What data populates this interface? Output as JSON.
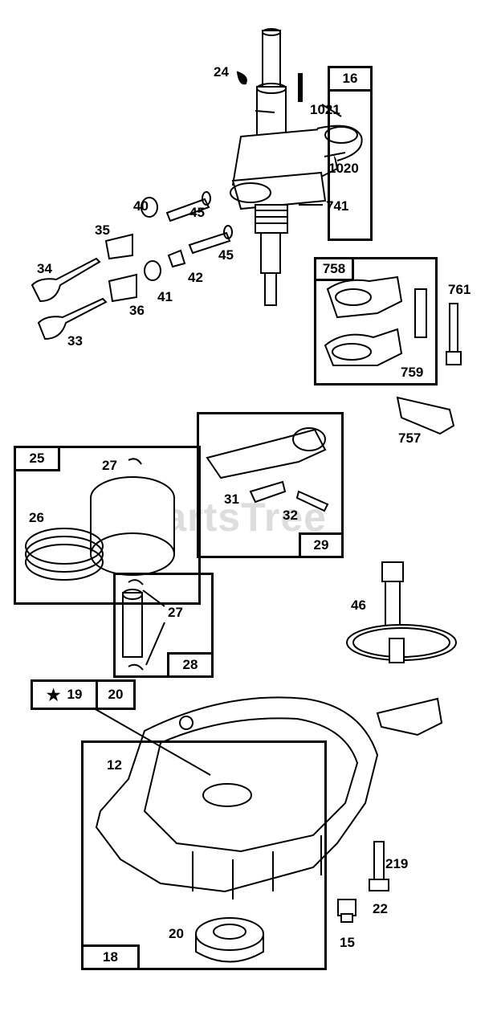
{
  "watermark": "PartsTree",
  "callouts": {
    "p24": "24",
    "p1021": "1021",
    "p1020": "1020",
    "p741": "741",
    "p40": "40",
    "p45a": "45",
    "p35": "35",
    "p45b": "45",
    "p34": "34",
    "p42": "42",
    "p41": "41",
    "p36": "36",
    "p33": "33",
    "p761": "761",
    "p759": "759",
    "p757": "757",
    "p27a": "27",
    "p26": "26",
    "p31": "31",
    "p32": "32",
    "p27b": "27",
    "p46": "46",
    "p12": "12",
    "p219": "219",
    "p22": "22",
    "p20": "20",
    "p15": "15"
  },
  "boxes": {
    "b16": "16",
    "b758": "758",
    "b25": "25",
    "b29": "29",
    "b28": "28",
    "b19": "19",
    "b19_star": "★",
    "b20": "20",
    "b18": "18"
  }
}
